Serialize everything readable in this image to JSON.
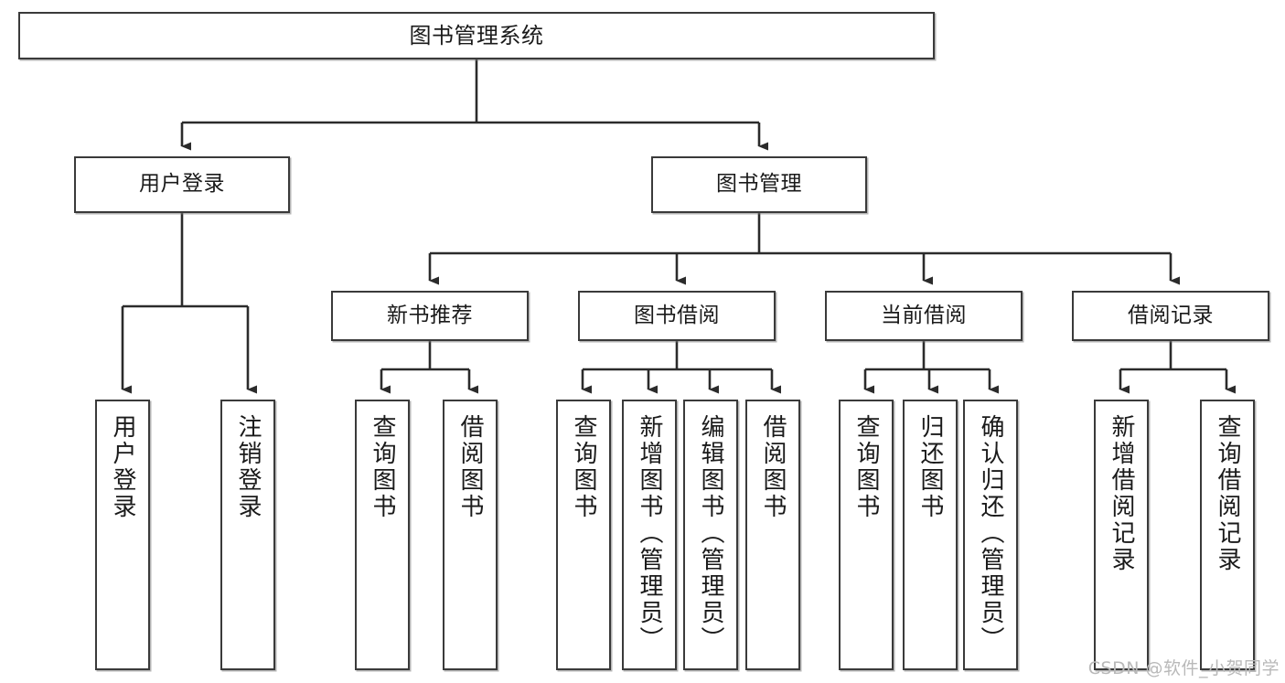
{
  "diagram": {
    "type": "tree",
    "title": "图书管理系统",
    "watermark": "CSDN @软件_小贺同学",
    "colors": {
      "box_border": "#3a3a3a",
      "box_fill": "#ffffff",
      "connector": "#2b2b2b",
      "text": "#1a1a1a",
      "watermark": "#b9b9b9"
    },
    "nodes": {
      "root": {
        "label": "图书管理系统"
      },
      "level2": [
        {
          "id": "user-login",
          "label": "用户登录"
        },
        {
          "id": "book-manage",
          "label": "图书管理"
        }
      ],
      "level3": [
        {
          "id": "new-book-rec",
          "label": "新书推荐"
        },
        {
          "id": "book-borrow",
          "label": "图书借阅"
        },
        {
          "id": "current-borrow",
          "label": "当前借阅"
        },
        {
          "id": "borrow-record",
          "label": "借阅记录"
        }
      ],
      "level4": {
        "user-login": [
          {
            "id": "leaf-user-login",
            "label": "用户登录"
          },
          {
            "id": "leaf-user-logout",
            "label": "注销登录"
          }
        ],
        "new-book-rec": [
          {
            "id": "leaf-query-book-1",
            "label": "查询图书"
          },
          {
            "id": "leaf-borrow-book-1",
            "label": "借阅图书"
          }
        ],
        "book-borrow": [
          {
            "id": "leaf-query-book-2",
            "label": "查询图书"
          },
          {
            "id": "leaf-add-book",
            "label": "新增图书（管理员）"
          },
          {
            "id": "leaf-edit-book",
            "label": "编辑图书（管理员）"
          },
          {
            "id": "leaf-borrow-book-2",
            "label": "借阅图书"
          }
        ],
        "current-borrow": [
          {
            "id": "leaf-query-book-3",
            "label": "查询图书"
          },
          {
            "id": "leaf-return-book",
            "label": "归还图书"
          },
          {
            "id": "leaf-confirm-return",
            "label": "确认归还（管理员）"
          }
        ],
        "borrow-record": [
          {
            "id": "leaf-add-record",
            "label": "新增借阅记录"
          },
          {
            "id": "leaf-query-record",
            "label": "查询借阅记录"
          }
        ]
      }
    }
  }
}
